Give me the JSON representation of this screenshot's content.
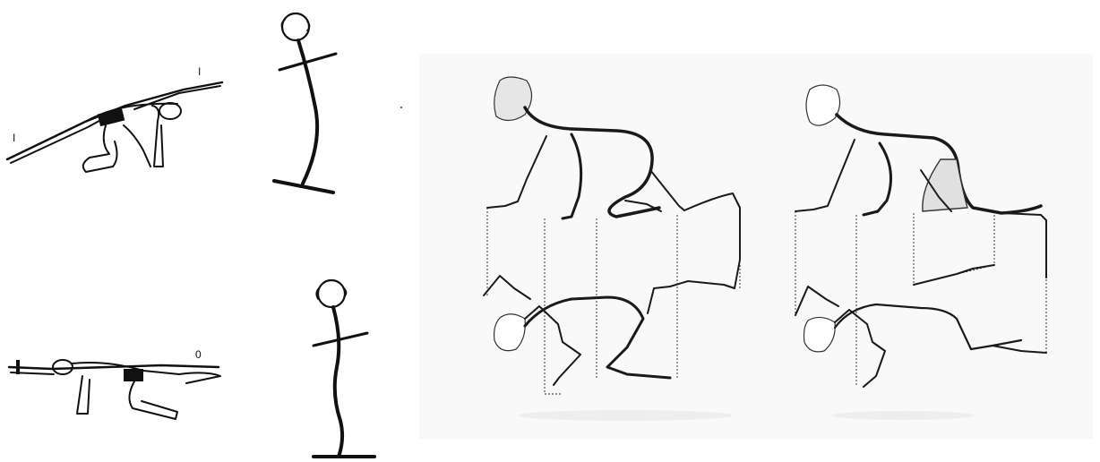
{
  "left_panel": {
    "exercise_a": {
      "marker_left": "I",
      "marker_right": "I"
    },
    "exercise_b": {
      "marker_right": "0"
    }
  },
  "right_panel": {
    "figure_left": {},
    "figure_right": {}
  },
  "colors": {
    "ink": "#111111",
    "head_fill": "#e6e6e6",
    "guide": "#222222",
    "background": "#f9f9f9"
  }
}
